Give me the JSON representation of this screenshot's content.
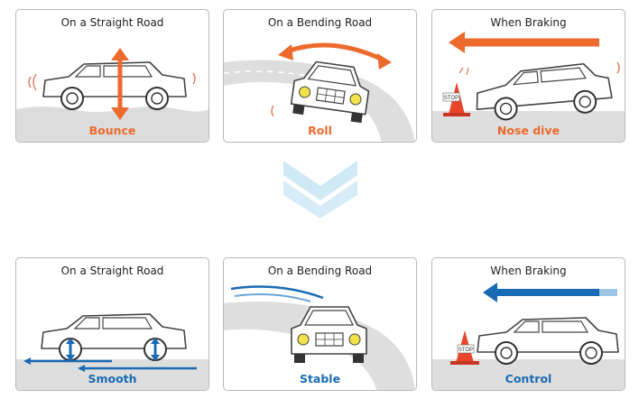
{
  "top_row": [
    {
      "title": "On a Straight Road",
      "caption": "Bounce"
    },
    {
      "title": "On a Bending Road",
      "caption": "Roll"
    },
    {
      "title": "When Braking",
      "caption": "Nose dive"
    }
  ],
  "bottom_row": [
    {
      "title": "On a Straight Road",
      "caption": "Smooth"
    },
    {
      "title": "On a Bending Road",
      "caption": "Stable"
    },
    {
      "title": "When Braking",
      "caption": "Control"
    }
  ],
  "stop_sign_text": "STOP",
  "colors": {
    "problem_accent": "#ec6a2c",
    "solution_accent": "#1a6bb5",
    "chevron": "#cfe9f5",
    "road": "#dddddd",
    "headlight": "#f2e24a"
  },
  "icons": [
    "side-car-icon",
    "front-car-icon",
    "chevron-down-icon",
    "traffic-cone-icon",
    "stop-sign-icon"
  ]
}
